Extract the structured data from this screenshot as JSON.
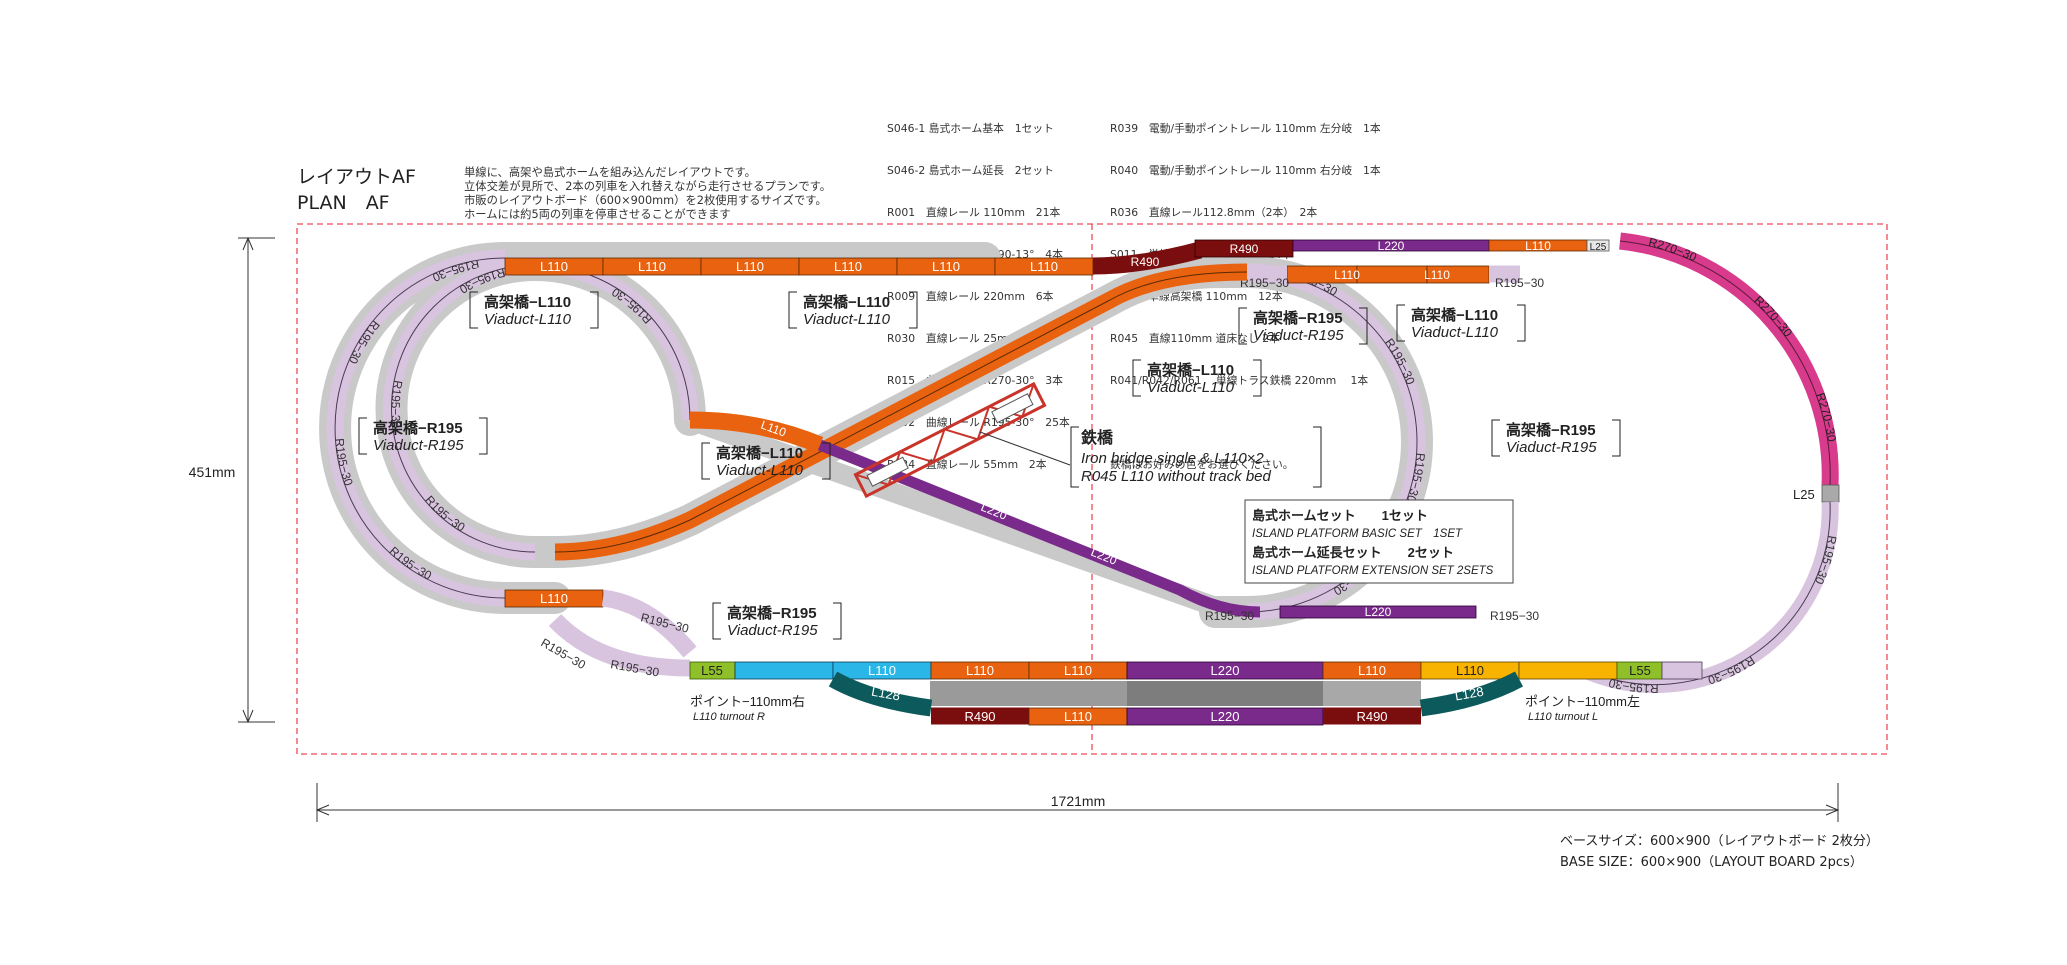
{
  "header": {
    "title_jp": "レイアウトAF",
    "title_en": "PLAN　AF",
    "description": [
      "単線に、高架や島式ホームを組み込んだレイアウトです。",
      "立体交差が見所で、2本の列車を入れ替えながら走行させるプランです。",
      "市販のレイアウトボード（600×900mm）を2枚使用するサイズです。",
      "ホームには約5両の列車を停車させることができます"
    ]
  },
  "parts_list": {
    "col1": [
      "S046-1 島式ホーム基本　1セット",
      "S046-2 島式ホーム延長　2セット",
      "R001　直線レール 110mm　21本",
      "R012　曲線レール R490-13°　4本",
      "R009　直線レール 220mm　6本",
      "R030　直線レール 25mm　2本",
      "R015　曲線レール R270-30°　3本",
      "R032　曲線レール R195-30°　25本",
      "R024　直線レール 55mm　2本"
    ],
    "col2": [
      "R039　電動/手動ポイントレール 110mm 左分岐　1本",
      "R040　電動/手動ポイントレール 110mm 右分岐　1本",
      "R036　直線レール112.8mm（2本）　2本",
      "S011　単線高架橋 R195-30°　14本",
      "S010　単線高架橋 110mm　12本",
      "R045　直線110mm 道床なし 2本",
      "R041/R042/R061　 単線トラス鉄橋 220mm　 1本",
      "",
      "鉄橋はお好みの色をお選びください。"
    ]
  },
  "dimensions": {
    "height": "451mm",
    "width": "1721mm"
  },
  "callouts": [
    {
      "jp": "高架橋−L110",
      "en": "Viaduct-L110"
    },
    {
      "jp": "高架橋−L110",
      "en": "Viaduct-L110"
    },
    {
      "jp": "高架橋−R195",
      "en": "Viaduct-R195"
    },
    {
      "jp": "高架橋−L110",
      "en": "Viaduct-L110"
    },
    {
      "jp": "高架橋−R195",
      "en": "Viaduct-R195"
    },
    {
      "jp": "高架橋−L110",
      "en": "Viaduct-L110"
    },
    {
      "jp": "高架橋−L110",
      "en": "Viaduct-L110"
    },
    {
      "jp": "高架橋−R195",
      "en": "Viaduct-R195"
    },
    {
      "jp": "高架橋−R195",
      "en": "Viaduct-R195"
    }
  ],
  "iron_bridge": {
    "jp": "鉄橋",
    "en1": "Iron bridge single & L110×2",
    "en2": "R045 L110 without track bed"
  },
  "platform_box": {
    "l1": "島式ホームセット　　1セット",
    "l2": "ISLAND PLATFORM BASIC SET　1SET",
    "l3": "島式ホーム延長セット　　2セット",
    "l4": "ISLAND PLATFORM EXTENSION SET 2SETS"
  },
  "turnouts": {
    "right_jp": "ポイント−110mm右",
    "right_en": "L110 turnout R",
    "left_jp": "ポイント−110mm左",
    "left_en": "L110 turnout L"
  },
  "base_size": {
    "jp": "ベースサイズ：600×900（レイアウトボード 2枚分）",
    "en": "BASE SIZE：600×900（LAYOUT BOARD 2pcs）"
  },
  "track_labels": {
    "L110": "L110",
    "L220": "L220",
    "L128": "L128",
    "L55": "L55",
    "L25": "L25",
    "R195": "R195−30",
    "R270": "R270−30",
    "R490": "R490"
  },
  "colors": {
    "L110": "#e8620f",
    "L220": "#7a2a8a",
    "R490": "#7a0d0d",
    "R195": "#d9c4e0",
    "R270": "#d83a8c",
    "L55": "#8fc02a",
    "L25": "#a9a9a9",
    "cyan": "#2bb6e8",
    "yellow": "#f7b300",
    "L128": "#0d5a5c",
    "viaduct": "#c8c8c8",
    "bridge": "#c8342a",
    "border": "#ef4a58"
  }
}
